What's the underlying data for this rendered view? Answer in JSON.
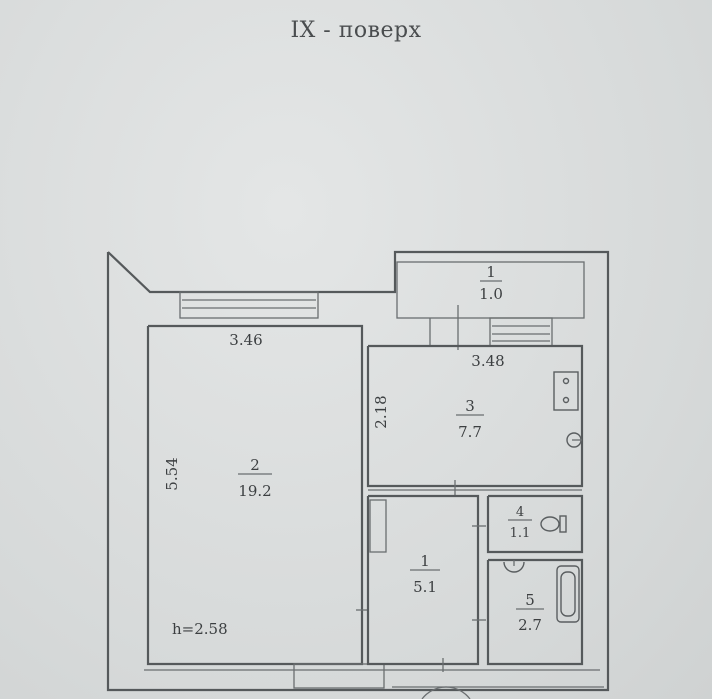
{
  "floor_title": "IX - поверх",
  "rooms": [
    {
      "number": "1",
      "area": "1.0"
    },
    {
      "number": "2",
      "area": "19.2"
    },
    {
      "number": "3",
      "area": "7.7"
    },
    {
      "number": "4",
      "area": "1.1"
    },
    {
      "number": "1",
      "area": "5.1"
    },
    {
      "number": "5",
      "area": "2.7"
    }
  ],
  "dimensions": {
    "room2_width": "3.46",
    "room2_length": "5.54",
    "room3_width": "3.48",
    "room3_length": "2.18",
    "ceiling_height": "h=2.58"
  }
}
